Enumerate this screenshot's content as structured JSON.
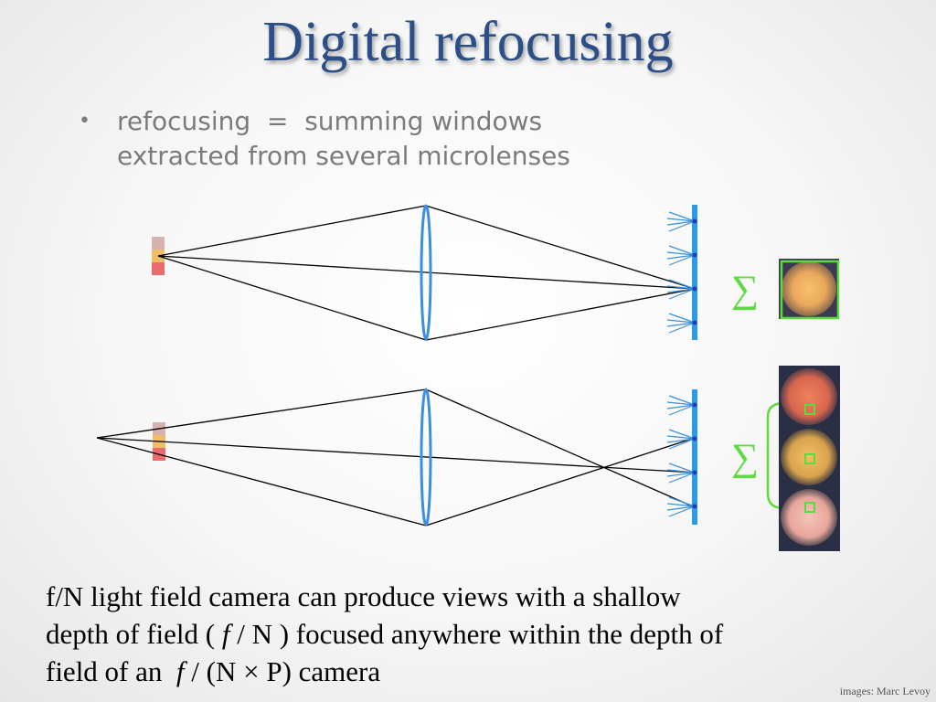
{
  "title": "Digital refocusing",
  "bullet": {
    "symbol": "•",
    "line1": "refocusing  =  summing windows",
    "line2": "extracted from several microlenses"
  },
  "diagram": {
    "sum_symbol": "∑",
    "colors": {
      "lens": "#3b8fdc",
      "sensor": "#2a9af0",
      "ray": "#000000",
      "sum_green": "#5cdc3c",
      "patch_top": "#d7b1ad",
      "patch_mid": "#f0bd68",
      "patch_bottom": "#ea6b6b",
      "image_bg": "#2a2f45"
    }
  },
  "caption": {
    "line1": "f/N light field camera can produce views with a shallow",
    "line2_a": "depth of field ( ",
    "line2_f": "f",
    "line2_b": " / N ) focused anywhere within the depth of",
    "line3_a": "field of an  ",
    "line3_f": "f",
    "line3_b": " / (N × P) camera"
  },
  "credit": "images: Marc Levoy"
}
